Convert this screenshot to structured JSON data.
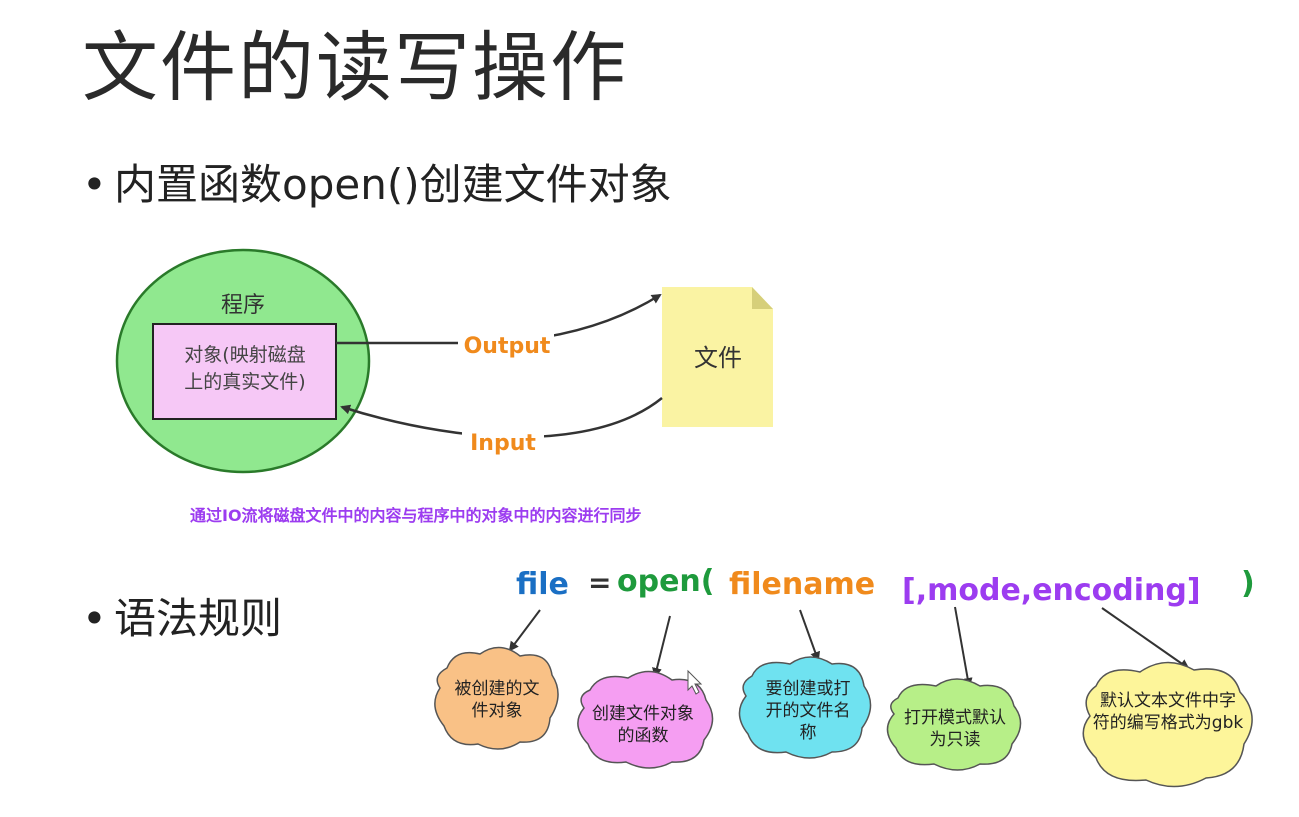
{
  "title": "文件的读写操作",
  "bullets": {
    "first": "内置函数open()创建文件对象",
    "second": "语法规则"
  },
  "diagram": {
    "program_label": "程序",
    "object_label": "对象(映射磁盘上的真实文件)",
    "file_label": "文件",
    "output_label": "Output",
    "input_label": "Input",
    "sync_note": "通过IO流将磁盘文件中的内容与程序中的对象中的内容进行同步",
    "colors": {
      "circle": "#90e88f",
      "object_box": "#f6c8f6",
      "file": "#faf3a3",
      "arrow_label": "#f08a1c",
      "note": "#9c3cf0"
    }
  },
  "syntax": {
    "file": "file",
    "eq": "=",
    "open": "open(",
    "filename": "filename",
    "mode_encoding": "[,mode,encoding]",
    "close": ")"
  },
  "clouds": [
    {
      "text": "被创建的文件对象",
      "color": "#f9c186"
    },
    {
      "text": "创建文件对象的函数",
      "color": "#f59ef2"
    },
    {
      "text": "要创建或打开的文件名称",
      "color": "#6fe2f0"
    },
    {
      "text": "打开模式默认为只读",
      "color": "#b7ef88"
    },
    {
      "text": "默认文本文件中字符的编写格式为gbk",
      "color": "#fdf59a"
    }
  ]
}
